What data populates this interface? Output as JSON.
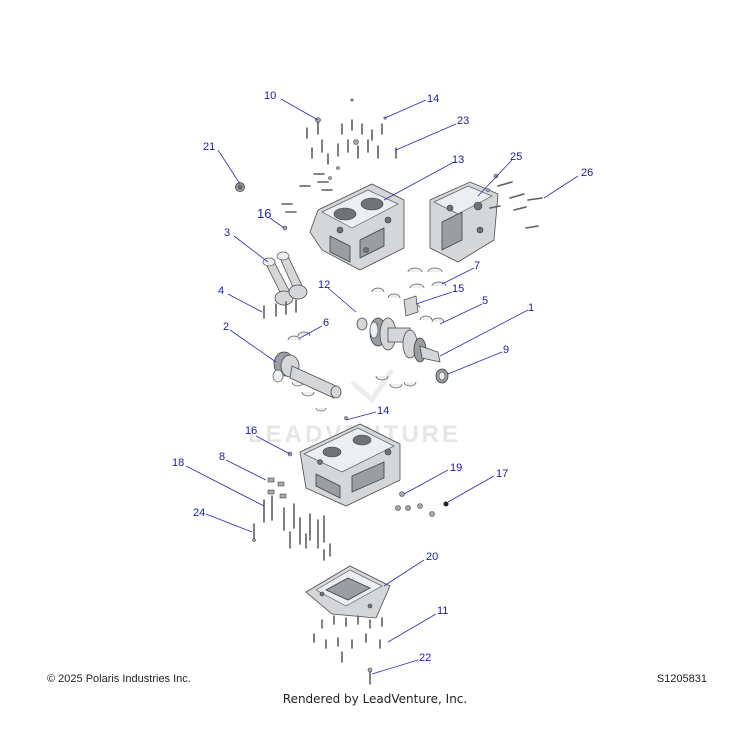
{
  "watermark": "LEADVENTURE",
  "callouts": [
    {
      "id": "c10",
      "text": "10"
    },
    {
      "id": "c14a",
      "text": "14"
    },
    {
      "id": "c23",
      "text": "23"
    },
    {
      "id": "c21",
      "text": "21"
    },
    {
      "id": "c13",
      "text": "13"
    },
    {
      "id": "c25",
      "text": "25"
    },
    {
      "id": "c26",
      "text": "26"
    },
    {
      "id": "c16a",
      "text": "16"
    },
    {
      "id": "c3",
      "text": "3"
    },
    {
      "id": "c7",
      "text": "7"
    },
    {
      "id": "c12",
      "text": "12"
    },
    {
      "id": "c15",
      "text": "15"
    },
    {
      "id": "c4",
      "text": "4"
    },
    {
      "id": "c5",
      "text": "5"
    },
    {
      "id": "c1",
      "text": "1"
    },
    {
      "id": "c6",
      "text": "6"
    },
    {
      "id": "c2",
      "text": "2"
    },
    {
      "id": "c9",
      "text": "9"
    },
    {
      "id": "c14b",
      "text": "14"
    },
    {
      "id": "c16b",
      "text": "16"
    },
    {
      "id": "c8",
      "text": "8"
    },
    {
      "id": "c18",
      "text": "18"
    },
    {
      "id": "c19",
      "text": "19"
    },
    {
      "id": "c17",
      "text": "17"
    },
    {
      "id": "c24",
      "text": "24"
    },
    {
      "id": "c20",
      "text": "20"
    },
    {
      "id": "c11",
      "text": "11"
    },
    {
      "id": "c22",
      "text": "22"
    }
  ],
  "footer": {
    "copyright": "© 2025 Polaris Industries Inc.",
    "diagram_id": "S1205831",
    "rendered_by": "Rendered by LeadVenture, Inc."
  }
}
